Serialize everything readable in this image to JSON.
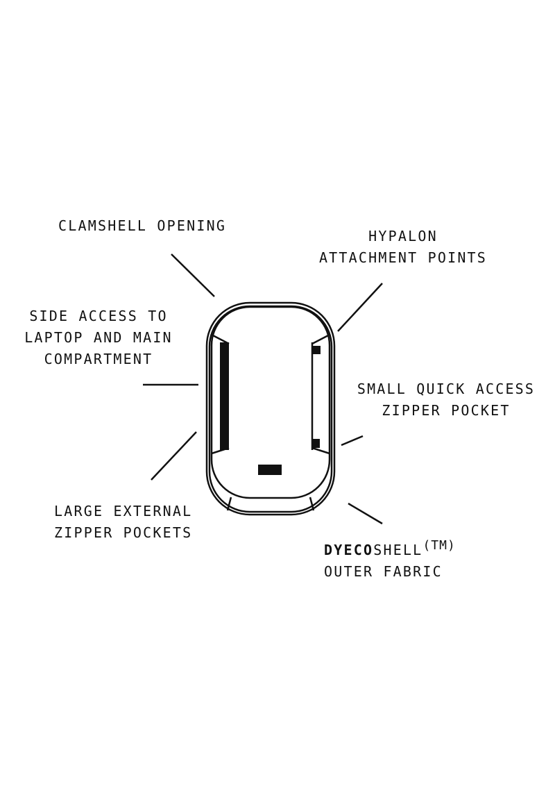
{
  "labels": {
    "clamshell": [
      "CLAMSHELL OPENING"
    ],
    "hypalon": [
      "HYPALON",
      "ATTACHMENT POINTS"
    ],
    "side_access": [
      "SIDE ACCESS TO",
      "LAPTOP AND MAIN",
      "COMPARTMENT"
    ],
    "quick_access": [
      "SMALL QUICK ACCESS",
      "ZIPPER POCKET"
    ],
    "external": [
      "LARGE EXTERNAL",
      "ZIPPER POCKETS"
    ],
    "fabric": {
      "brand_bold": "DYECO",
      "brand_regular": "SHELL",
      "trademark": "(TM)",
      "line2": "OUTER FABRIC"
    }
  },
  "colors": {
    "ink": "#111111",
    "background": "#ffffff"
  }
}
